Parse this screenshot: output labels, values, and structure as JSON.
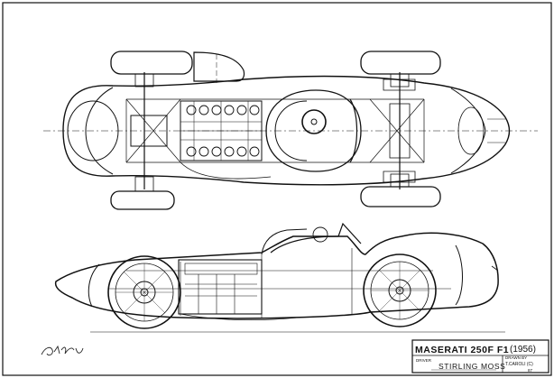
{
  "title_block": {
    "title": "MASERATI 250F F1",
    "year": "(1956)",
    "driver_label": "DRIVER",
    "driver": "STIRLING MOSS",
    "drawn_by_label": "DRAWN BY",
    "drawn_by": "T.CAROLI (C)",
    "sheet_no": "87"
  },
  "views": [
    "plan-view",
    "side-elevation"
  ],
  "line_color": "#111111",
  "paper_color": "#ffffff"
}
